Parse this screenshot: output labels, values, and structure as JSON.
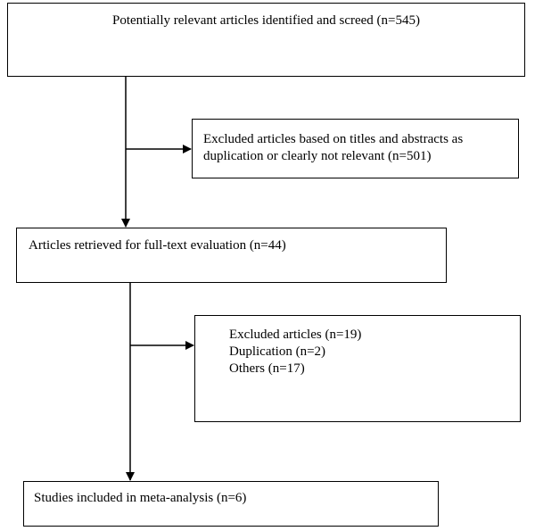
{
  "flowchart": {
    "identified": {
      "text": "Potentially relevant articles identified and screed (n=545)"
    },
    "excluded_title_abstract": {
      "lines": [
        "Excluded articles based on titles and abstracts as",
        "duplication or clearly not relevant (n=501)"
      ]
    },
    "fulltext": {
      "text": "Articles retrieved for full-text evaluation (n=44)"
    },
    "excluded_fulltext": {
      "lines": [
        "Excluded articles (n=19)",
        "Duplication (n=2)",
        "Others (n=17)"
      ]
    },
    "included": {
      "text": "Studies included in meta-analysis (n=6)"
    }
  },
  "colors": {
    "stroke": "#000000",
    "background": "#ffffff",
    "text": "#000000"
  }
}
